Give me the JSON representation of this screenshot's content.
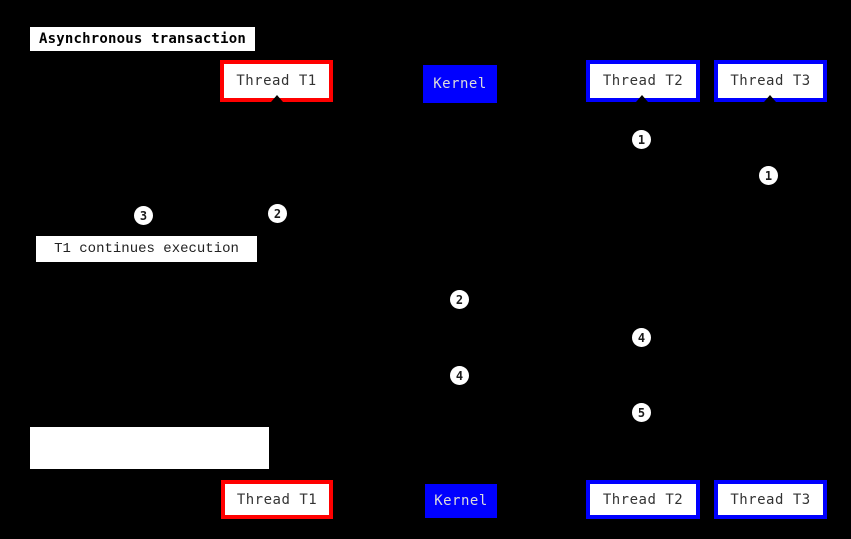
{
  "title": "Asynchronous transaction",
  "colors": {
    "background": "#000000",
    "red_accent": "#ff0000",
    "blue_accent": "#0000ff",
    "box_background": "#ffffff",
    "actor_text": "#333333",
    "kernel_text": "#dcdcdc",
    "badge_background": "#ffffff",
    "badge_text": "#1a1a1a"
  },
  "actors": [
    {
      "label": "Thread T1",
      "style": "red-outline"
    },
    {
      "label": "Kernel",
      "style": "blue-solid"
    },
    {
      "label": "Thread T2",
      "style": "blue-outline"
    },
    {
      "label": "Thread T3",
      "style": "blue-outline"
    }
  ],
  "sequence_numbers": [
    {
      "label": "1"
    },
    {
      "label": "1"
    },
    {
      "label": "2"
    },
    {
      "label": "3"
    },
    {
      "label": "2"
    },
    {
      "label": "4"
    },
    {
      "label": "4"
    },
    {
      "label": "5"
    }
  ],
  "notes": [
    {
      "text": "T1 continues execution"
    },
    {
      "text": ""
    }
  ]
}
